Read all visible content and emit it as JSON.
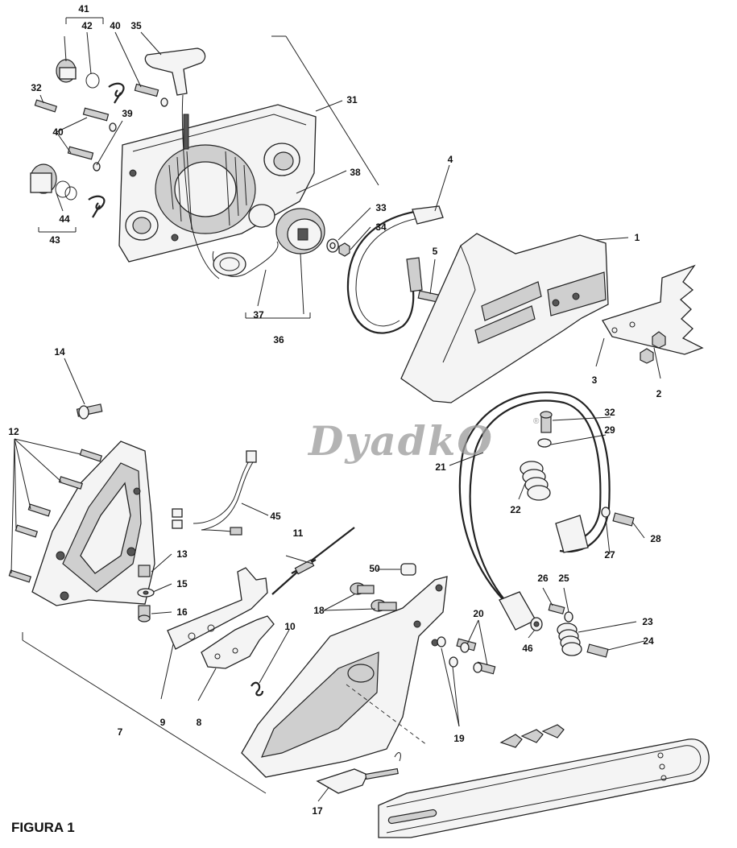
{
  "figure": {
    "caption": "FIGURA 1"
  },
  "watermark": {
    "text": "DyadkO",
    "registered_mark": "®"
  },
  "callouts": [
    {
      "id": "1",
      "text": "1"
    },
    {
      "id": "2",
      "text": "2"
    },
    {
      "id": "3",
      "text": "3"
    },
    {
      "id": "4",
      "text": "4"
    },
    {
      "id": "5",
      "text": "5"
    },
    {
      "id": "7",
      "text": "7"
    },
    {
      "id": "8",
      "text": "8"
    },
    {
      "id": "9",
      "text": "9"
    },
    {
      "id": "10",
      "text": "10"
    },
    {
      "id": "11",
      "text": "11"
    },
    {
      "id": "12",
      "text": "12"
    },
    {
      "id": "13",
      "text": "13"
    },
    {
      "id": "14",
      "text": "14"
    },
    {
      "id": "15",
      "text": "15"
    },
    {
      "id": "16",
      "text": "16"
    },
    {
      "id": "17",
      "text": "17"
    },
    {
      "id": "18",
      "text": "18"
    },
    {
      "id": "19",
      "text": "19"
    },
    {
      "id": "20",
      "text": "20"
    },
    {
      "id": "21",
      "text": "21"
    },
    {
      "id": "22",
      "text": "22"
    },
    {
      "id": "23",
      "text": "23"
    },
    {
      "id": "24",
      "text": "24"
    },
    {
      "id": "25",
      "text": "25"
    },
    {
      "id": "26",
      "text": "26"
    },
    {
      "id": "27",
      "text": "27"
    },
    {
      "id": "28",
      "text": "28"
    },
    {
      "id": "29",
      "text": "29"
    },
    {
      "id": "31",
      "text": "31"
    },
    {
      "id": "32a",
      "text": "32"
    },
    {
      "id": "32b",
      "text": "32"
    },
    {
      "id": "33",
      "text": "33"
    },
    {
      "id": "34",
      "text": "34"
    },
    {
      "id": "35",
      "text": "35"
    },
    {
      "id": "36",
      "text": "36"
    },
    {
      "id": "37",
      "text": "37"
    },
    {
      "id": "38",
      "text": "38"
    },
    {
      "id": "39",
      "text": "39"
    },
    {
      "id": "40a",
      "text": "40"
    },
    {
      "id": "40b",
      "text": "40"
    },
    {
      "id": "41",
      "text": "41"
    },
    {
      "id": "42",
      "text": "42"
    },
    {
      "id": "43",
      "text": "43"
    },
    {
      "id": "44",
      "text": "44"
    },
    {
      "id": "45",
      "text": "45"
    },
    {
      "id": "46",
      "text": "46"
    },
    {
      "id": "50",
      "text": "50"
    }
  ]
}
